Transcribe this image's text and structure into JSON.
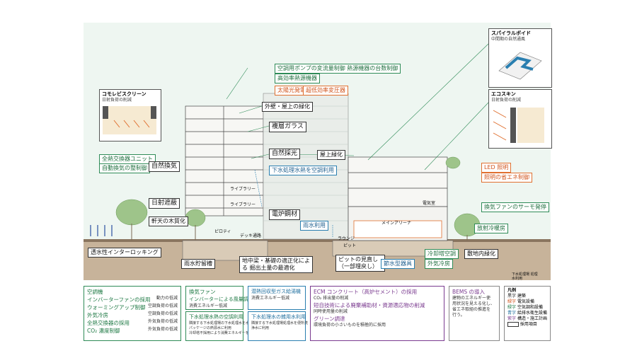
{
  "callouts": {
    "pump_control": "空調用ポンプの変流量制御 熱源機器の台数制御",
    "high_eff_heat": "高効率熱源機器",
    "solar": "太陽光発電",
    "low_tube": "超低効率変圧器",
    "exterior_greening": "外壁・屋上の緑化",
    "double_glass": "複層ガラス",
    "natural_light": "自然採光",
    "roof_greening": "屋上緑化",
    "heat_exchange_unit": "全熱交換器ユニット",
    "auto_vent": "自動換気の整制御",
    "natural_vent": "自然換気",
    "sewage_heat": "下水処理水熱を空調利用",
    "led": "LED 照明",
    "lighting_control": "照明の省エネ制御",
    "fan_thermo": "換気ファンのサーモ発停",
    "sun_shading": "日射遮蔽",
    "eaves_wood": "軒天の木質化",
    "elec_steel": "電炉鋼材",
    "rain_use": "雨水利用",
    "radiant_cooling": "放射冷暖房",
    "permeable_paving": "透水性インターロッキング",
    "rain_tank": "雨水貯留槽",
    "excavation": "地中梁・基礎の適正化による 掘出土量の最適化",
    "pit": "ピットの見直し （一部埋戻し）",
    "save_water": "節水型器具",
    "cooling_water": "冷却塔空調",
    "outside_air": "外気冷房",
    "paving_greening": "敷地内緑化"
  },
  "insets": {
    "spiral_title": "スパイラルボイド",
    "spiral_sub": "中間期の自然通風",
    "skin_title": "エコスキン",
    "skin_sub": "日射負荷の削減",
    "screen_title": "コモレビスクリーン",
    "screen_sub": "日射負荷の削減"
  },
  "building_labels": {
    "library": "ライブラリー",
    "library2": "ライブラリー",
    "main_arena": "メインアリーナ",
    "lounge": "ラウンジ",
    "pit": "ピット",
    "pilotis": "ピロティ",
    "deck": "デッキ通路",
    "elec_room": "電気室"
  },
  "bottom": {
    "col1": [
      {
        "name": "空調機",
        "note": ""
      },
      {
        "name": "インバーターファンの採用",
        "note": "動力の低減"
      },
      {
        "name": "ウォーミングアップ制御",
        "note": "空調負荷の低減"
      },
      {
        "name": "外気冷房",
        "note": "空調負荷の低減"
      },
      {
        "name": "全熱交換器の採用",
        "note": "外気負荷の低減"
      },
      {
        "name": "CO₂ 濃度制御",
        "note": "外気負荷の低減"
      }
    ],
    "col2_top_title1": "換気ファン",
    "col2_top_title2": "インバーターによる風量調整",
    "col2_top_note": "消費エネルギー低減",
    "col2_bot_title": "下水処理水熱の空調利用",
    "col2_bot_note1": "隣接する下水処理場の下水処理水を水冷",
    "col2_bot_note2": "パッケージの熱源水に利用",
    "col2_bot_note3": "冷却塔不採用により消費エネルギーを低減",
    "col3_top_title": "潜熱回収型ガス給湯機",
    "col3_top_note": "消費エネルギー低減",
    "col3_bot_title": "下水処理水の雑用水利用",
    "col3_bot_note1": "隣接する下水処理場処理水を便所洗",
    "col3_bot_note2": "浄水に利用",
    "col4_title1": "ECM コンクリート（高炉セメント）の採用",
    "col4_note1": "CO₂ 排出量の削減",
    "col4_title2": "短自技術による廃棄補助材・資源適応物の削減",
    "col4_note2": "同時使用量の削減",
    "col4_title3": "グリーン調達",
    "col4_note3": "環境負荷の小さいものを積極的に採用",
    "col5_title": "BEMS の導入",
    "col5_body1": "建物のエネルギー使",
    "col5_body2": "用状況を見える化し、",
    "col5_body3": "省エネ取組の推進を",
    "col5_body4": "行う。"
  },
  "legend": {
    "title": "凡例",
    "items": [
      {
        "key": "黒字",
        "text": "建築",
        "color": "#222222"
      },
      {
        "key": "緑字",
        "text": "電気設備",
        "color": "#d0531b"
      },
      {
        "key": "緑字",
        "text": "空気調和設備",
        "color": "#1f7a45"
      },
      {
        "key": "青字",
        "text": "給排水衛生設備",
        "color": "#1f6f9f"
      },
      {
        "key": "紫字",
        "text": "構造・施工計画",
        "color": "#7a3a8f"
      },
      {
        "key": "",
        "text": "採用項目",
        "color": "#222222"
      }
    ]
  },
  "note_bottom": "下水処理場 処理水利用",
  "colors": {
    "green": "#2e8b57",
    "blue": "#2a7fb0",
    "orange": "#e07030",
    "purple": "#7a3a8f",
    "sky": "#e8f2ec",
    "ground": "#b9a48c"
  }
}
